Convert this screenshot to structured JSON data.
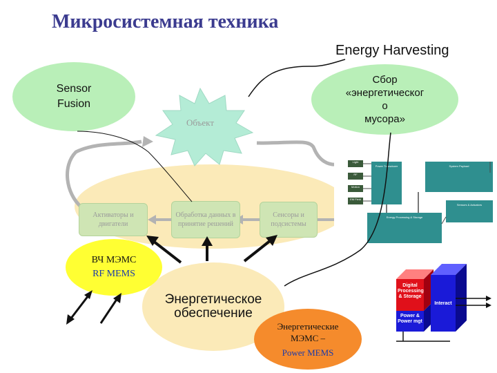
{
  "title": "Микросистемная техника",
  "energy_harvesting_title": "Energy Harvesting",
  "sensor_fusion": "Sensor Fusion",
  "sbor": {
    "line1": "Сбор",
    "line2": "«энергетическог",
    "line3": "о",
    "line4": "мусора»"
  },
  "object_label": "Объект",
  "inner_nodes": {
    "actuators": "Активаторы и двигатели",
    "processing": "Обработка данных в принятие решений",
    "sensors": "Сенсоры и подсистемы"
  },
  "energy_supply": {
    "line1": "Энергетическое",
    "line2": "обеспечение"
  },
  "rf_mems": {
    "line1": "ВЧ МЭМС",
    "line2": "RF MEMS"
  },
  "power_mems": {
    "line1": "Энергетические",
    "line2": "МЭМС –",
    "line3": "Power MEMS"
  },
  "block_diagram": {
    "inputs": [
      "Light",
      "RF",
      "Motion",
      "EM Field"
    ],
    "power_transducer": "Power Transducer",
    "system_payload": "System Payload",
    "energy_processing": "Energy Processing & Storage",
    "sensors_actuators": "Sensors & Actuators"
  },
  "chip": {
    "digital": "Digital Processing & Storage",
    "interact": "Interact",
    "power": "Power & Power mgt"
  },
  "colors": {
    "title": "#3b3b8f",
    "green_ellipse": "#b9efb8",
    "backdrop": "#fbeab8",
    "rf_yellow": "#ffff33",
    "power_orange": "#f58b2c",
    "chip_red": "#e0101a",
    "chip_blue": "#1a1ad8"
  }
}
